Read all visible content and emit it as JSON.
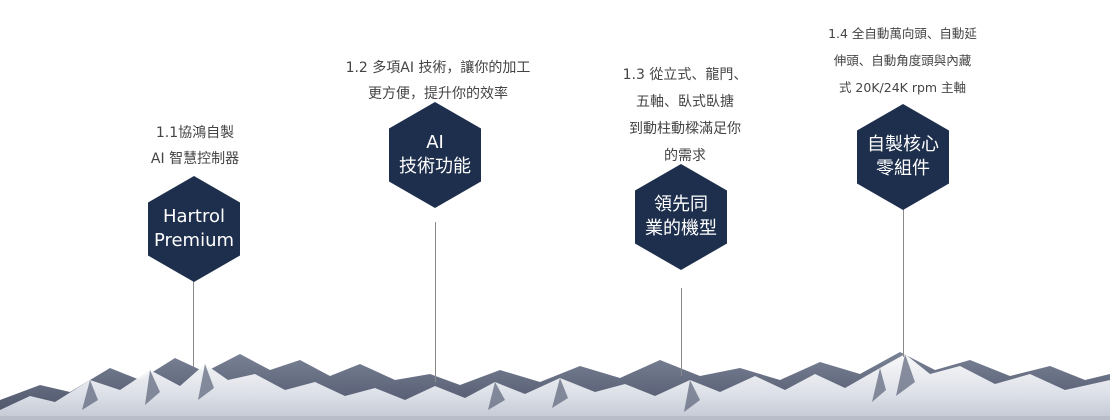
{
  "milestones": [
    {
      "description": "1.1協鴻自製\nAI 智慧控制器",
      "hex_label": "Hartrol\nPremium"
    },
    {
      "description": "1.2 多項AI 技術，讓你的加工\n更方便，提升你的效率",
      "hex_label": "AI\n技術功能"
    },
    {
      "description": "1.3 從立式、龍門、\n五軸、臥式臥搪\n到動柱動樑滿足你\n的需求",
      "hex_label": "領先同\n業的機型"
    },
    {
      "description": "1.4 全自動萬向頭、自動延\n伸頭、自動角度頭與內藏\n式 20K/24K rpm 主軸",
      "hex_label": "自製核心\n零組件"
    }
  ],
  "colors": {
    "hexagon": "#1e2f4d",
    "hex_text": "#ffffff",
    "description_text": "#444444",
    "pole": "#8a8a8a"
  }
}
